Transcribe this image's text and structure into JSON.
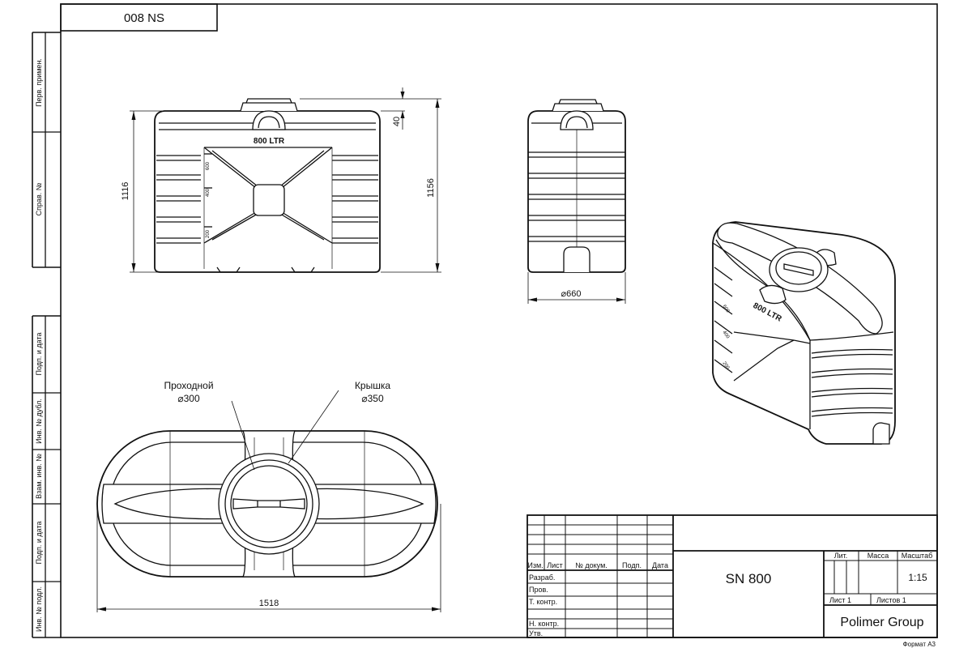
{
  "sheet": {
    "code_mirrored": "008 NS",
    "format": "Формат А3"
  },
  "side_strip": {
    "items": [
      "Перв. примен.",
      "Справ. №",
      "Подп. и дата",
      "Инв. № дубл.",
      "Взам. инв. №",
      "Подп. и дата",
      "Инв. № подл."
    ]
  },
  "front_view": {
    "label": "800 LTR",
    "levels": [
      "600",
      "400",
      "200"
    ],
    "dims": {
      "height_left": "1116",
      "height_right": "1156",
      "top": "40"
    }
  },
  "side_view": {
    "dims": {
      "width": "⌀660"
    }
  },
  "top_view": {
    "callout_manhole": {
      "name": "Проходной",
      "size": "⌀300"
    },
    "callout_lid": {
      "name": "Крышка",
      "size": "⌀350"
    },
    "dims": {
      "length": "1518"
    }
  },
  "iso_view": {
    "label": "800 LTR",
    "levels": [
      "600",
      "400",
      "200"
    ]
  },
  "title_block": {
    "headers": [
      "Изм.",
      "Лист",
      "№ докум.",
      "Подп.",
      "Дата"
    ],
    "rows": [
      "Разраб.",
      "Пров.",
      "Т. контр.",
      "Н. контр.",
      "Утв."
    ],
    "product": "SN 800",
    "lit_label": "Лит.",
    "mass_label": "Масса",
    "scale_label": "Масштаб",
    "scale_value": "1:15",
    "sheet_label": "Лист 1",
    "sheets_label": "Листов 1",
    "company": "Polimer Group"
  }
}
